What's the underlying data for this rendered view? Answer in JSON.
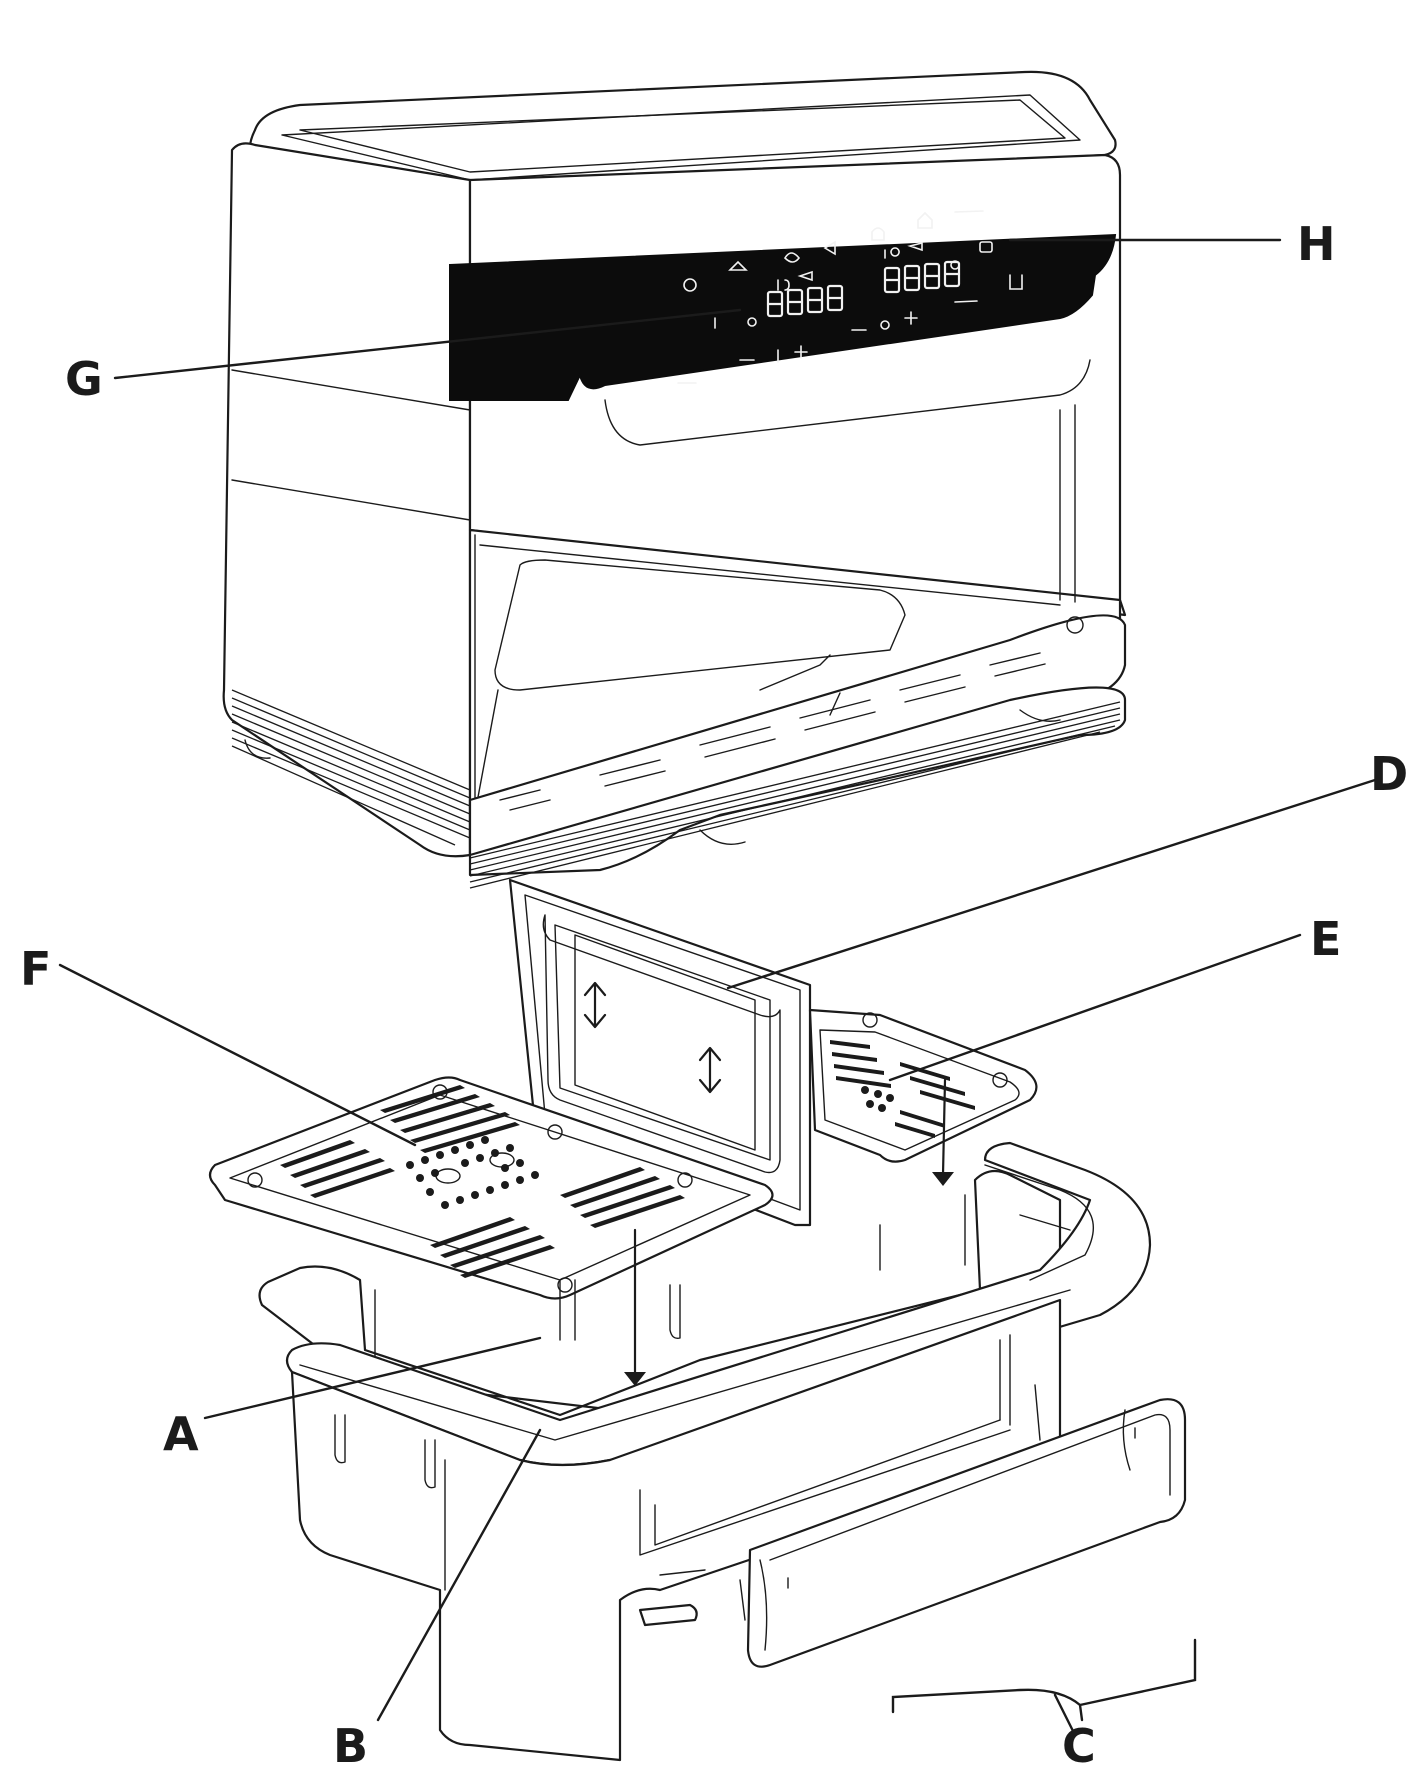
{
  "labels": [
    {
      "id": "A",
      "text": "A"
    },
    {
      "id": "B",
      "text": "B"
    },
    {
      "id": "C",
      "text": "C"
    },
    {
      "id": "D",
      "text": "D"
    },
    {
      "id": "E",
      "text": "E"
    },
    {
      "id": "F",
      "text": "F"
    },
    {
      "id": "G",
      "text": "G"
    },
    {
      "id": "H",
      "text": "H"
    }
  ],
  "colors": {
    "line": "#1b1b1b",
    "panel": "#0c0c0c",
    "background": "#ffffff"
  }
}
